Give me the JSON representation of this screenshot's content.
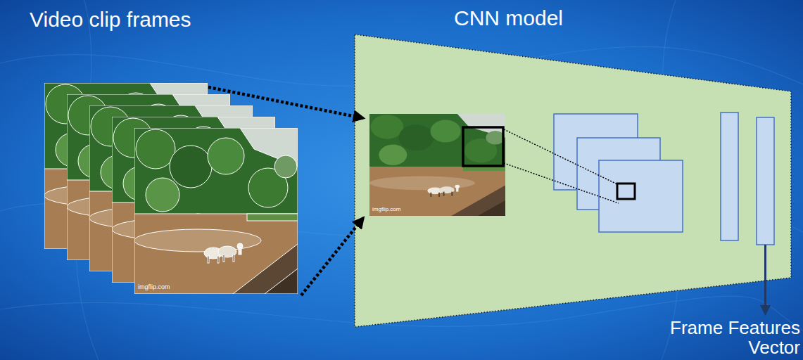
{
  "diagram": {
    "nodes": [
      {
        "text": [
          "CNN model"
        ]
      }
    ],
    "labels": [
      "Video clip frames",
      "Frame Features Vector",
      "imgflip.com",
      "imgflip.com"
    ]
  }
}
